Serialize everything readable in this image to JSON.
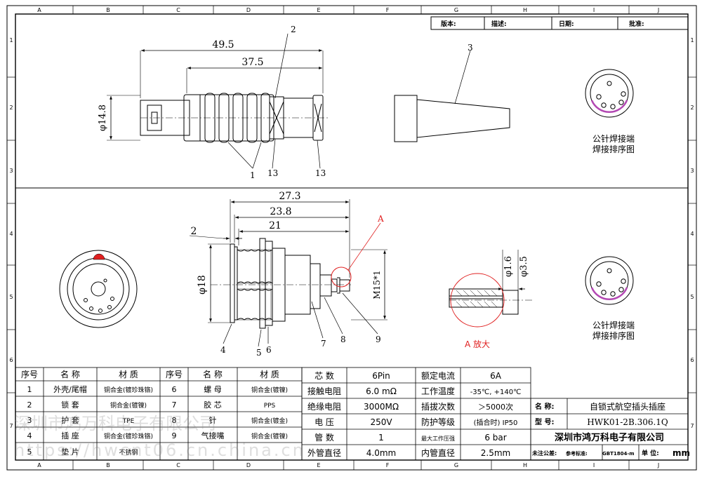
{
  "grid": {
    "columns": [
      "A",
      "B",
      "C",
      "D",
      "E",
      "F",
      "G",
      "H",
      "I",
      "J"
    ],
    "rows": [
      "1",
      "2",
      "3",
      "4",
      "5",
      "6",
      "7"
    ]
  },
  "approval_block": {
    "version_label": "版本:",
    "description_label": "描述:",
    "date_label": "日期:",
    "approve_label": "批准:"
  },
  "top_view": {
    "dim_overall": "49.5",
    "dim_body": "37.5",
    "dim_diameter": "φ14.8",
    "callout_2": "2",
    "callout_3": "3",
    "callout_1": "1",
    "callout_13a": "13",
    "callout_13b": "13"
  },
  "bottom_view": {
    "dim_total": "27.3",
    "dim_mid": "23.8",
    "dim_short": "21",
    "dim_flange": "2",
    "dim_diameter": "φ18",
    "dim_thread": "M15*1",
    "callout_A": "A",
    "callout_4": "4",
    "callout_5": "5",
    "callout_6": "6",
    "callout_7": "7",
    "callout_8": "8",
    "callout_9": "9"
  },
  "detail_view": {
    "dim_inner": "φ1.6",
    "dim_outer": "φ3.5",
    "caption": "A 放大"
  },
  "pin_diagram": {
    "caption_line1": "公针焊接端",
    "caption_line2": "焊接排序图"
  },
  "bom_table": {
    "headers": [
      "序号",
      "名 称",
      "材 质",
      "序号",
      "名 称",
      "材 质"
    ],
    "rows": [
      [
        "1",
        "外壳/尾帽",
        "铜合金(镀珍珠铬)",
        "6",
        "螺 母",
        "铜合金(镀镍)"
      ],
      [
        "2",
        "锁 套",
        "铜合金(镀镍)",
        "7",
        "胶 芯",
        "PPS"
      ],
      [
        "3",
        "护 套",
        "TPE",
        "8",
        "针",
        "铜合金(镀金)"
      ],
      [
        "4",
        "插 座",
        "铜合金(镀珍珠铬)",
        "9",
        "气接嘴",
        "铜合金(镀镍)"
      ],
      [
        "5",
        "垫 片",
        "不锈钢",
        "",
        "",
        ""
      ]
    ]
  },
  "spec_table": {
    "rows": [
      [
        "芯 数",
        "6Pin",
        "额定电流",
        "6A"
      ],
      [
        "接触电阻",
        "6.0 mΩ",
        "工作温度",
        "-35℃, +140℃"
      ],
      [
        "绝缘电阻",
        "3000MΩ",
        "插拔次数",
        "＞5000次"
      ],
      [
        "电 压",
        "250V",
        "防护等级",
        "(插合时) IP50"
      ],
      [
        "管 数",
        "1",
        "最大工作压强",
        "6 bar"
      ],
      [
        "外管直径",
        "4.0mm",
        "内管直径",
        "2.5mm"
      ]
    ]
  },
  "title_block": {
    "name_label": "名 称:",
    "name_value": "自锁式航空插头插座",
    "model_label": "型 号:",
    "model_value": "HWK01-2B.306.1Q",
    "company": "深圳市鸿万科电子有限公司",
    "tolerance_label": "未注公差:",
    "standard_label": "参考标准:",
    "standard_value": "GBT1804-m",
    "unit_label": "单 位:",
    "unit_value": "mm"
  },
  "watermark": {
    "line1": "深圳市鸿万科电子有限公司",
    "line2": "https://hwcnt06.cn.china.cn"
  }
}
